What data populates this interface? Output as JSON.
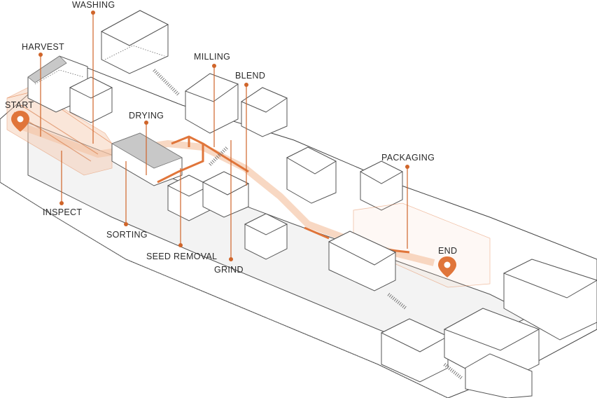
{
  "diagram": {
    "accent_color": "#e0753a",
    "labels": {
      "washing": "WASHING",
      "harvest": "HARVEST",
      "milling": "MILLING",
      "blend": "BLEND",
      "start": "START",
      "drying": "DRYING",
      "packaging": "PACKAGING",
      "inspect": "INSPECT",
      "sorting": "SORTING",
      "seed_removal": "SEED REMOVAL",
      "grind": "GRIND",
      "end": "END"
    },
    "icons": {
      "start_marker": "map-pin-icon",
      "end_marker": "map-pin-icon"
    }
  }
}
